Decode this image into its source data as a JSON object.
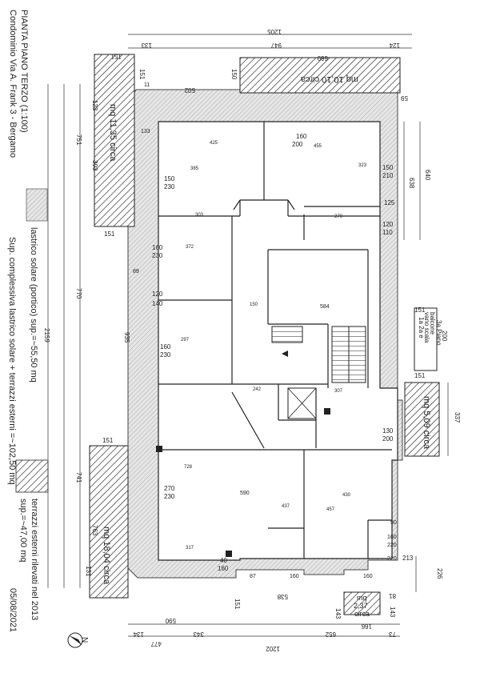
{
  "header": {
    "title": "PIANTA PIANO TERZO (1:100)",
    "address": "Condominio Via A. Frank 3 - Bergamo"
  },
  "legend": {
    "solar_label": "lastrico solare (portico) sup.=~55,50 mq",
    "terrace_label_1": "terrazzi esterni rilevati nel 2013",
    "terrace_label_2": "sup.=~47,00 mq",
    "total_label": "Sup. complessiva lastrico solare + terrazzi esterni =~102,50 mq"
  },
  "date": "05/08/2021",
  "north": "N",
  "areas": {
    "top_terrace": "mq 10,10 circa",
    "left_terrace": "mq 11,35 circa",
    "right_terrace": "mq 5,09 circa",
    "bottom_left_terrace": "mq 18,04 circa",
    "bottom_small_1": "mq",
    "bottom_small_2": "2,37",
    "bottom_small_3": "circa"
  },
  "balcony": {
    "l1": "balcone",
    "l2": "vano scala",
    "l3": "1a 2a e",
    "l4": "3a Piano"
  },
  "dims": {
    "top_total": "1205",
    "top_a": "133",
    "top_b": "947",
    "top_c": "124",
    "top_d": "151",
    "top_e": "669",
    "top_f": "151",
    "top_g": "150",
    "top_h": "502",
    "top_i": "59",
    "bot_total": "1202",
    "bot_a": "134",
    "bot_b": "343",
    "bot_c": "652",
    "bot_d": "73",
    "bot_e": "590",
    "bot_f": "477",
    "bot_g": "166",
    "bot_h": "538",
    "bot_i": "81",
    "bot_j": "143",
    "bot_k": "143",
    "left_total": "2159",
    "left_a": "935",
    "left_b": "770",
    "left_c": "751",
    "left_d": "393",
    "left_e": "123",
    "left_f": "741",
    "left_g": "763",
    "left_h": "131",
    "left_i": "151",
    "left_j": "151",
    "left_k": "151",
    "right_a": "640",
    "right_b": "638",
    "right_c": "200",
    "right_d": "151",
    "right_e": "337",
    "right_f": "151",
    "right_g": "226",
    "right_h": "213",
    "win1": "150",
    "win1b": "230",
    "win2": "160",
    "win2b": "230",
    "win3": "120",
    "win3b": "140",
    "win4": "160",
    "win4b": "230",
    "win5": "270",
    "win5b": "230",
    "win6": "40",
    "win6b": "160",
    "win7": "150",
    "win7b": "210",
    "win8": "120",
    "win8b": "110",
    "win9": "130",
    "win9b": "200",
    "win10": "160",
    "win10b": "200",
    "win11": "125",
    "r1": "425",
    "r2": "455",
    "r3": "385",
    "r4": "323",
    "r5": "303",
    "r6": "372",
    "r7": "270",
    "r8": "584",
    "r9": "150",
    "r10": "242",
    "r11": "307",
    "r12": "590",
    "r13": "437",
    "r14": "457",
    "r15": "430",
    "r16": "728",
    "r17": "317",
    "r18": "89",
    "r19": "133",
    "r20": "11",
    "r21": "87",
    "r22": "160",
    "r23": "160",
    "r24": "50",
    "r25": "160",
    "r26": "220",
    "r27": "220",
    "r28": "297"
  }
}
